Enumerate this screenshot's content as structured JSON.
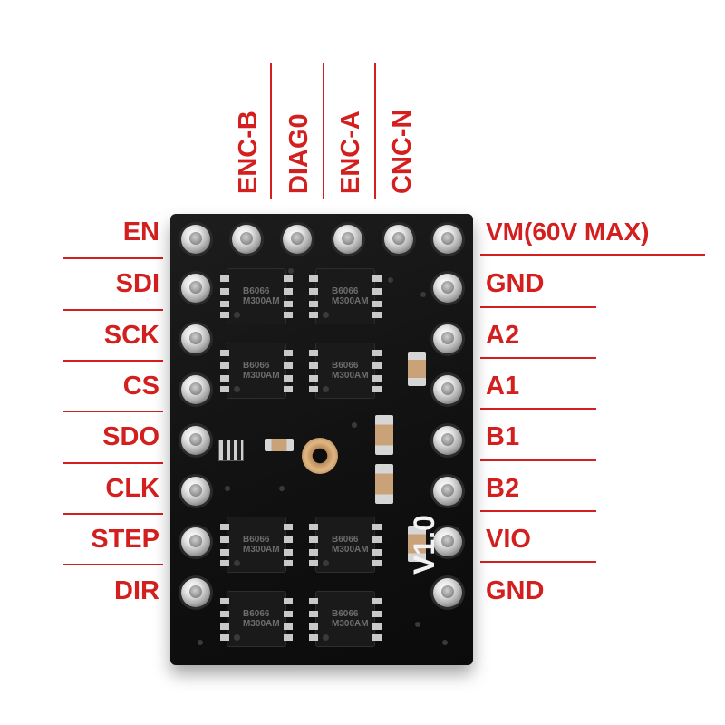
{
  "top_labels": [
    "ENC-B",
    "DIAG0",
    "ENC-A",
    "CNC-N"
  ],
  "left_labels": [
    "EN",
    "SDI",
    "SCK",
    "CS",
    "SDO",
    "CLK",
    "STEP",
    "DIR"
  ],
  "right_labels": [
    "VM(60V MAX)",
    "GND",
    "A2",
    "A1",
    "B1",
    "B2",
    "VIO",
    "GND"
  ],
  "board": {
    "version": "V1.0",
    "chip_marking": [
      "B6066",
      "M300AM"
    ]
  },
  "colors": {
    "label": "#d41f1f",
    "board": "#111111"
  }
}
